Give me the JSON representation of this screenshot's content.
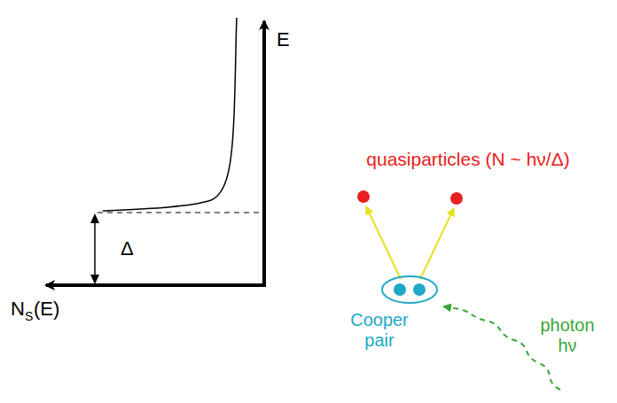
{
  "diagram": {
    "labels": [
      "E",
      "Δ",
      "N",
      "S",
      "(E)",
      "quasiparticles (N ~ hν/Δ)",
      "Cooper pair",
      "photon hν"
    ]
  }
}
